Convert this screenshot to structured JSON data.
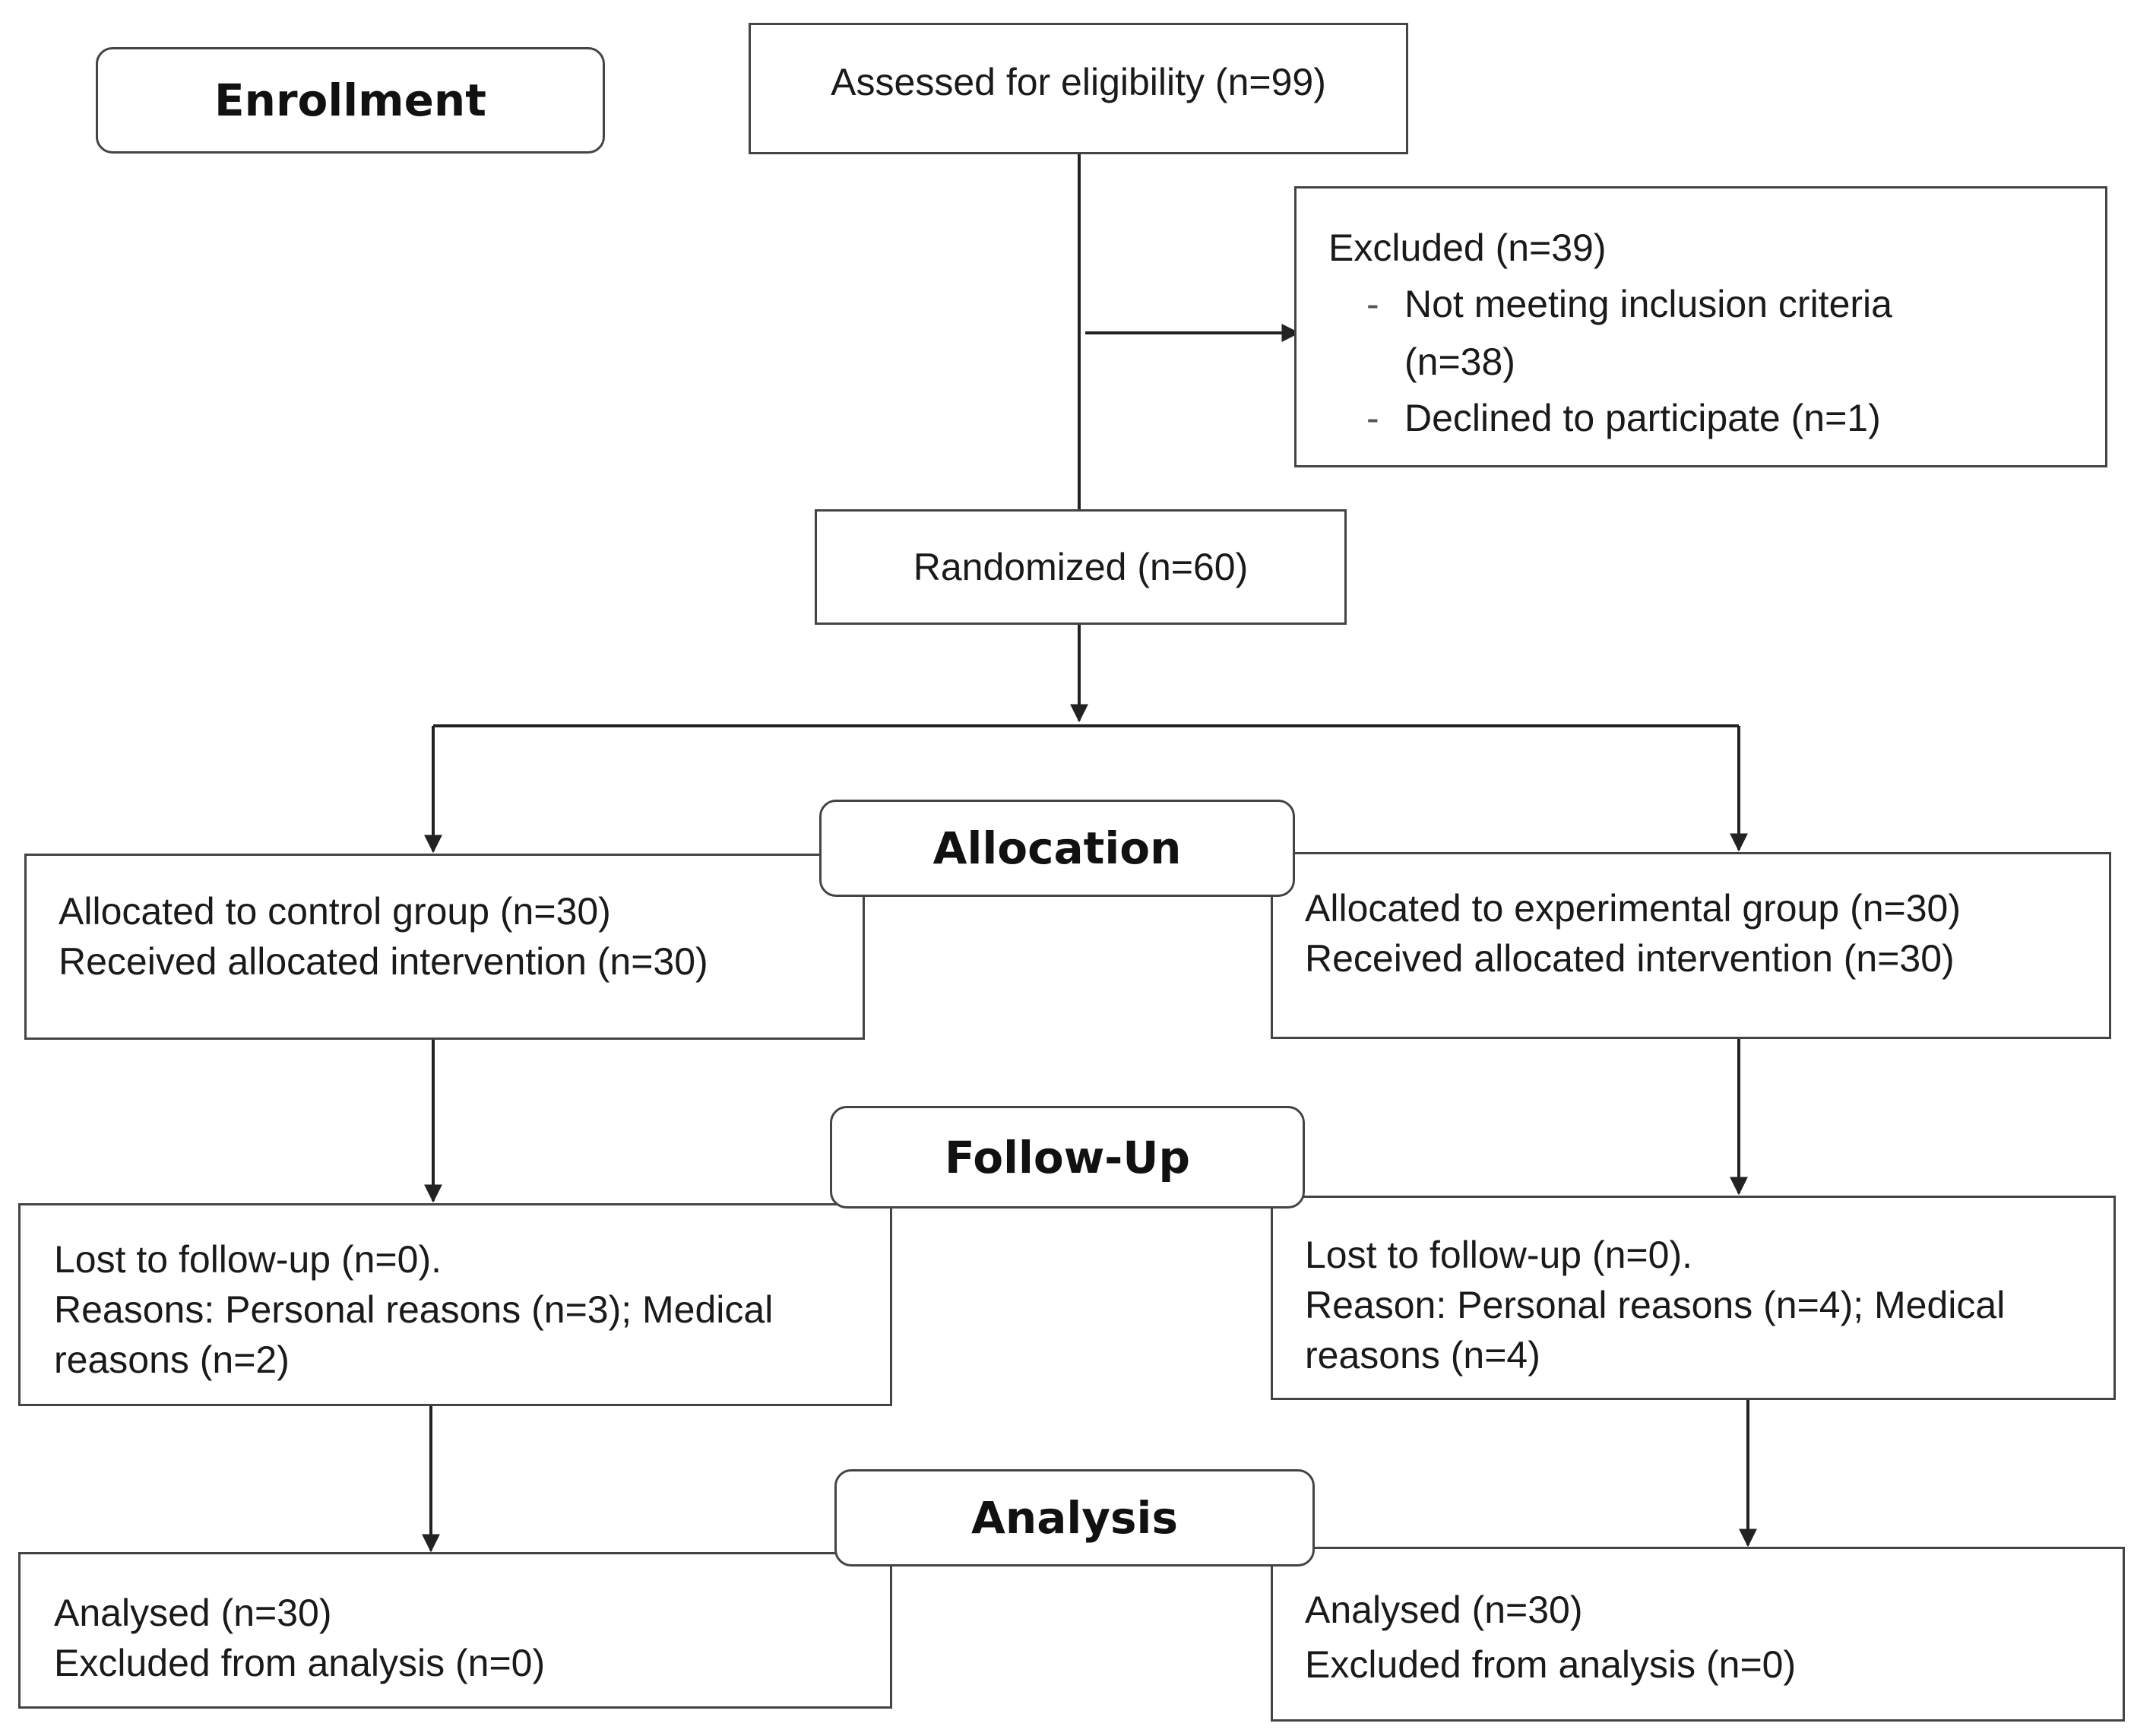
{
  "stages": {
    "enrollment": "Enrollment",
    "allocation": "Allocation",
    "followup": "Follow-Up",
    "analysis": "Analysis"
  },
  "assessed": "Assessed for eligibility (n=99)",
  "excluded": {
    "title": "Excluded (n=39)",
    "items": [
      {
        "dash": "-",
        "text": "Not meeting inclusion criteria",
        "text2": "(n=38)"
      },
      {
        "dash": "-",
        "text": "Declined to participate (n=1)"
      }
    ]
  },
  "randomized": "Randomized (n=60)",
  "control": {
    "allocated": "Allocated to control group (n=30)",
    "received": "Received allocated intervention (n=30)",
    "lost": "Lost to follow-up (n=0).",
    "reasons1": "Reasons: Personal reasons (n=3); Medical",
    "reasons2": "reasons (n=2)",
    "analysed": "Analysed (n=30)",
    "excluded": "Excluded from analysis (n=0)"
  },
  "experimental": {
    "allocated": "Allocated to experimental group (n=30)",
    "received": "Received allocated intervention (n=30)",
    "lost": "Lost to follow-up (n=0).",
    "reasons1": "Reason: Personal reasons (n=4); Medical",
    "reasons2": "reasons (n=4)",
    "analysed": "Analysed (n=30)",
    "excluded": "Excluded from analysis (n=0)"
  }
}
